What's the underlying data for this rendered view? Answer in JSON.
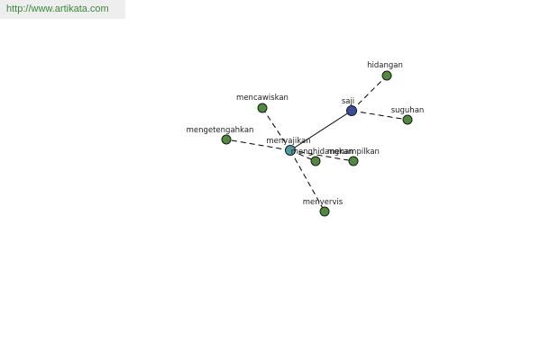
{
  "url": {
    "text": "http://www.artikata.com"
  },
  "colors": {
    "root": "#3d4d99",
    "hub": "#4e9aa0",
    "leaf": "#4f8a3f"
  },
  "nodes": [
    {
      "id": "saji",
      "label": "saji",
      "role": "root"
    },
    {
      "id": "hidangan",
      "label": "hidangan",
      "role": "leaf"
    },
    {
      "id": "suguhan",
      "label": "suguhan",
      "role": "leaf"
    },
    {
      "id": "menyajikan",
      "label": "menyajikan",
      "role": "hub"
    },
    {
      "id": "mencawiskan",
      "label": "mencawiskan",
      "role": "leaf"
    },
    {
      "id": "mengetengahkan",
      "label": "mengetengahkan",
      "role": "leaf"
    },
    {
      "id": "menghidangkan",
      "label": "menghidangkan",
      "role": "leaf"
    },
    {
      "id": "menampilkan",
      "label": "menampilkan",
      "role": "leaf"
    },
    {
      "id": "menyervis",
      "label": "menyervis",
      "role": "leaf"
    }
  ],
  "edges": [
    {
      "from": "saji",
      "to": "menyajikan",
      "style": "solid"
    },
    {
      "from": "saji",
      "to": "hidangan",
      "style": "dashed"
    },
    {
      "from": "saji",
      "to": "suguhan",
      "style": "dashed"
    },
    {
      "from": "menyajikan",
      "to": "mencawiskan",
      "style": "dashed"
    },
    {
      "from": "menyajikan",
      "to": "mengetengahkan",
      "style": "dashed"
    },
    {
      "from": "menyajikan",
      "to": "menghidangkan",
      "style": "dashed"
    },
    {
      "from": "menyajikan",
      "to": "menampilkan",
      "style": "dashed"
    },
    {
      "from": "menyajikan",
      "to": "menyervis",
      "style": "dashed"
    }
  ]
}
